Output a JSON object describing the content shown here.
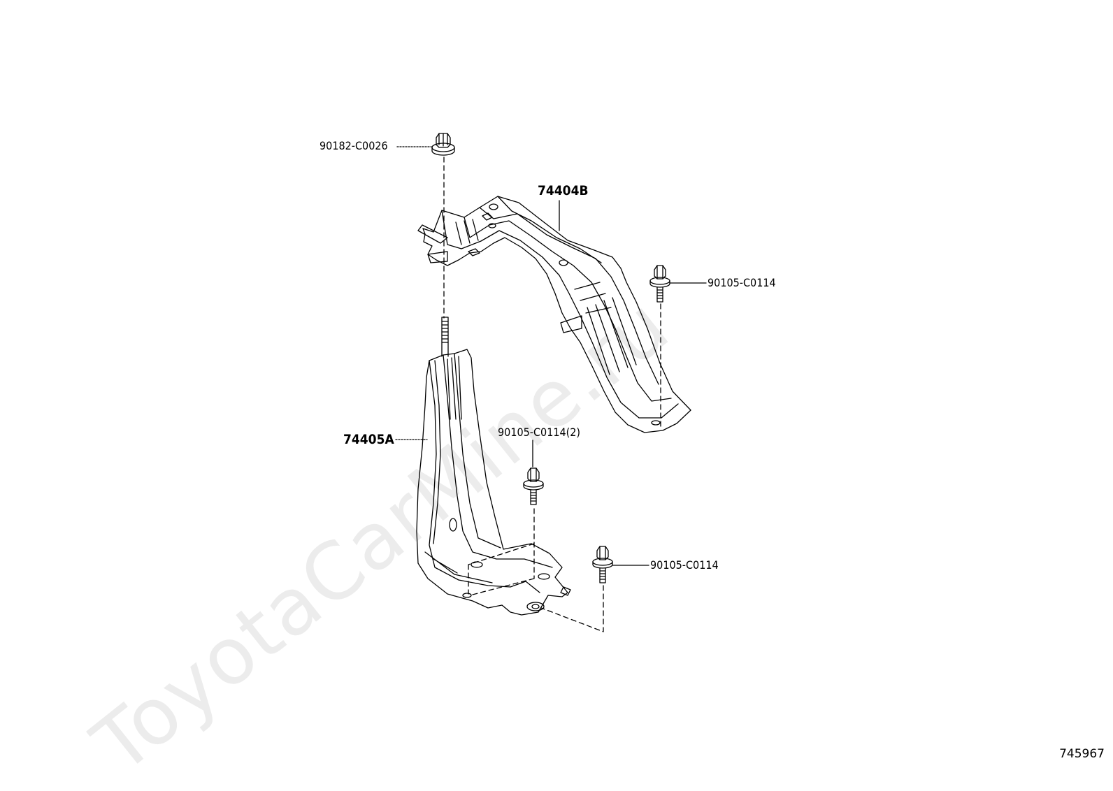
{
  "watermark": "ToyotaCarMine.ru",
  "figure_number": "745967",
  "callouts": {
    "nut_top": "90182-C0026",
    "bracket_upper": "74404B",
    "bolt_right_upper": "90105-C0114",
    "bolt_middle": "90105-C0114(2)",
    "bracket_lower": "74405A",
    "bolt_right_lower": "90105-C0114"
  },
  "part_icons": {
    "nut": "flange-nut-icon",
    "bolt": "flange-bolt-icon",
    "bracket": "sheet-metal-bracket-icon"
  }
}
